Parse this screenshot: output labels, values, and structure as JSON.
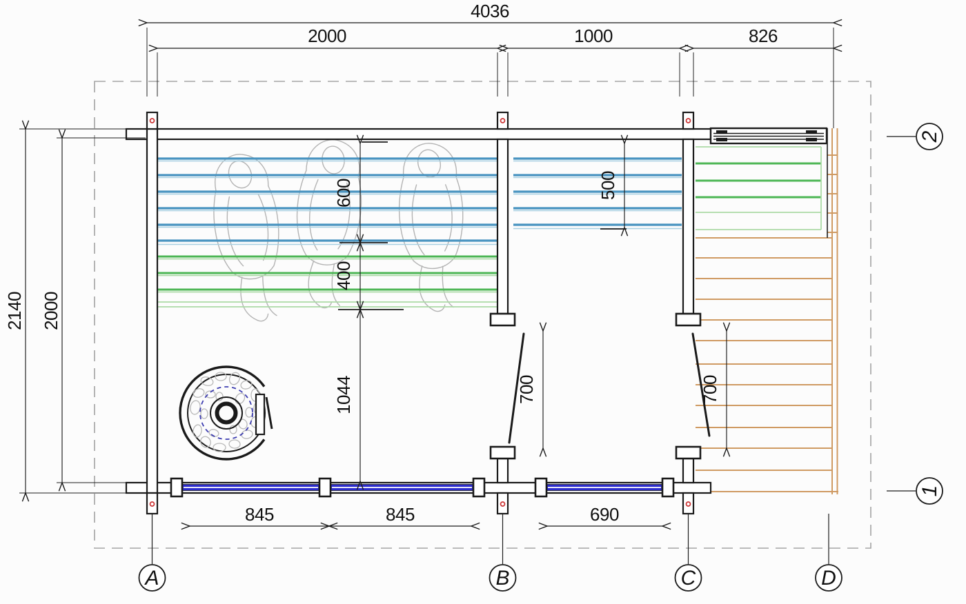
{
  "title": "sauna-floor-plan",
  "labels": {
    "dim_overall_width": "4036",
    "dim_span_left": "2000",
    "dim_span_mid": "1000",
    "dim_span_right": "826",
    "dim_overall_depth": "2140",
    "dim_inner_depth": "2000",
    "dim_bench_upper": "600",
    "dim_bench_lower": "400",
    "dim_bench_room2": "500",
    "dim_floor": "1044",
    "dim_door_b": "700",
    "dim_door_c": "700",
    "dim_window_1": "845",
    "dim_window_2": "845",
    "dim_window_3": "690"
  },
  "grid": {
    "columns": [
      "A",
      "B",
      "C",
      "D"
    ],
    "rows": [
      "1",
      "2"
    ]
  },
  "colors": {
    "line_black": "#1a1a1a",
    "bench_blue": "#4793c0",
    "bench_blue_light": "#a8d0e2",
    "bench_green": "#4cb654",
    "bench_green_light": "#abdaa6",
    "deck_tan": "#cf9a62",
    "glazing_blue": "#2a2acc",
    "figure_gray": "#b3b3b3",
    "stone_gray": "#b8b8b8",
    "post_dot_red": "#cc3333",
    "boundary_gray": "#a3a3a3",
    "stove_dash_blue": "#3d3db0"
  }
}
